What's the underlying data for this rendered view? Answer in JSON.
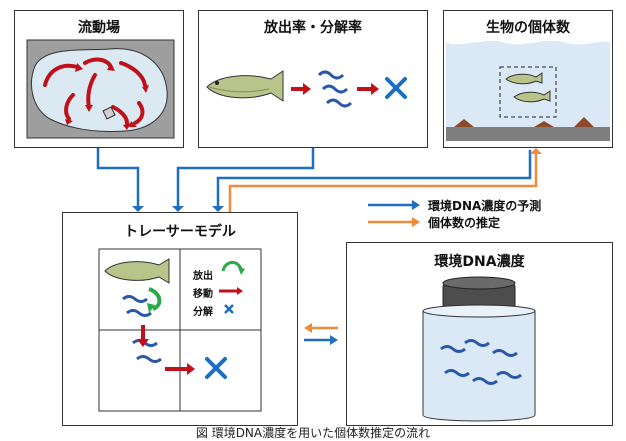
{
  "boxes": {
    "flow_field": {
      "title": "流動場"
    },
    "release_decay": {
      "title": "放出率・分解率"
    },
    "population": {
      "title": "生物の個体数"
    },
    "tracer_model": {
      "title": "トレーサーモデル",
      "legend": {
        "release": "放出",
        "move": "移動",
        "decay": "分解"
      }
    },
    "edna_conc": {
      "title": "環境DNA濃度"
    }
  },
  "legend": {
    "predict_label": "環境DNA濃度の予測",
    "estimate_label": "個体数の推定"
  },
  "caption": "図 環境DNA濃度を用いた個体数推定の流れ",
  "colors": {
    "blue_arrow": "#1f6fbf",
    "orange_arrow": "#f08a3c",
    "red": "#c0101a",
    "green": "#2aa84a",
    "x_blue": "#1a6fc2"
  }
}
